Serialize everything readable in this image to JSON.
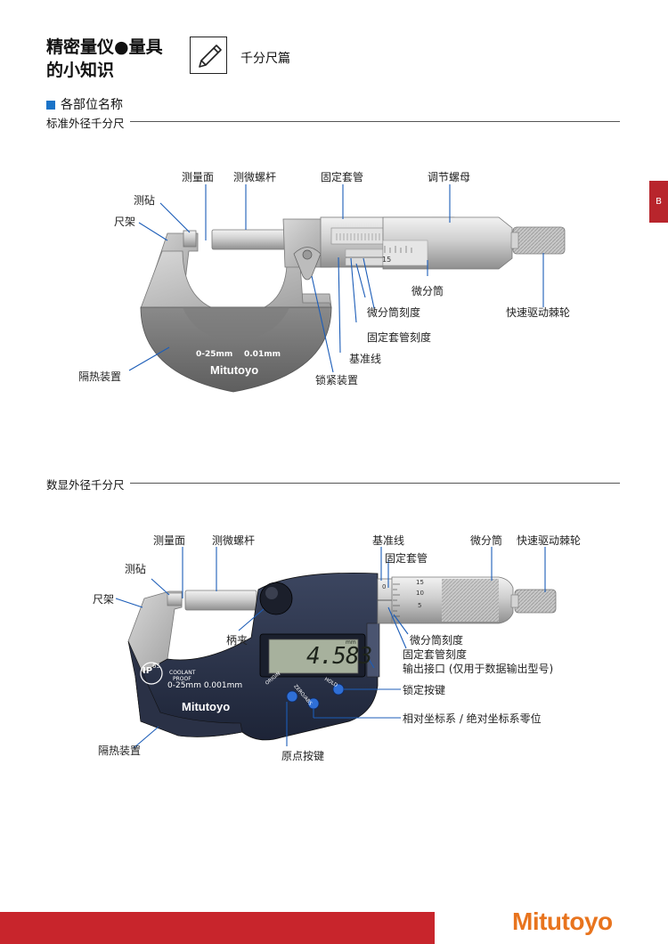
{
  "header": {
    "title_line1": "精密量仪●量具",
    "title_line2": "的小知识",
    "subtitle": "千分尺篇"
  },
  "section": {
    "title": "各部位名称"
  },
  "side_tab": "B",
  "standard": {
    "heading": "标准外径千分尺",
    "scale_label": "0-25mm",
    "resolution_label": "0.01mm",
    "maker_label": "Mitutoyo",
    "sleeve_number": "15",
    "labels": {
      "measuring_face": "测量面",
      "spindle": "测微螺杆",
      "sleeve": "固定套管",
      "adjusting_nut": "调节螺母",
      "anvil": "测砧",
      "frame": "尺架",
      "thimble": "微分筒",
      "thimble_scale": "微分筒刻度",
      "ratchet": "快速驱动棘轮",
      "sleeve_scale": "固定套管刻度",
      "reference_line": "基准线",
      "heat_insulator": "隔热装置",
      "lock": "锁紧装置"
    }
  },
  "digital": {
    "heading": "数显外径千分尺",
    "display_value": "4.583",
    "display_unit": "mm",
    "ip_label": "IP",
    "ip_number": "65",
    "coolant_label": "COOLANT",
    "proof_label": "PROOF",
    "range_label": "0-25mm 0.001mm",
    "maker_label": "Mitutoyo",
    "button_origin": "ORIGIN",
    "button_zeroabs": "ZERO/ABS",
    "button_hold": "HOLD",
    "thimble_numbers": [
      "15",
      "10",
      "5",
      "0"
    ],
    "labels": {
      "measuring_face": "测量面",
      "spindle": "测微螺杆",
      "reference_line": "基准线",
      "thimble": "微分筒",
      "ratchet": "快速驱动棘轮",
      "sleeve": "固定套管",
      "anvil": "测砧",
      "frame": "尺架",
      "clamp": "柄夹",
      "thimble_scale": "微分筒刻度",
      "sleeve_scale": "固定套管刻度",
      "output": "输出接口 (仅用于数据输出型号)",
      "hold": "锁定按键",
      "zero_abs": "相对坐标系 / 绝对坐标系零位",
      "heat_insulator": "隔热装置",
      "origin": "原点按键"
    }
  },
  "footer": {
    "brand": "Mitutoyo"
  },
  "colors": {
    "accent_blue": "#1a73c8",
    "tab_red": "#b8252c",
    "bar_red": "#c8252c",
    "brand_orange": "#e8741e",
    "leader_blue": "#1c5db8"
  }
}
